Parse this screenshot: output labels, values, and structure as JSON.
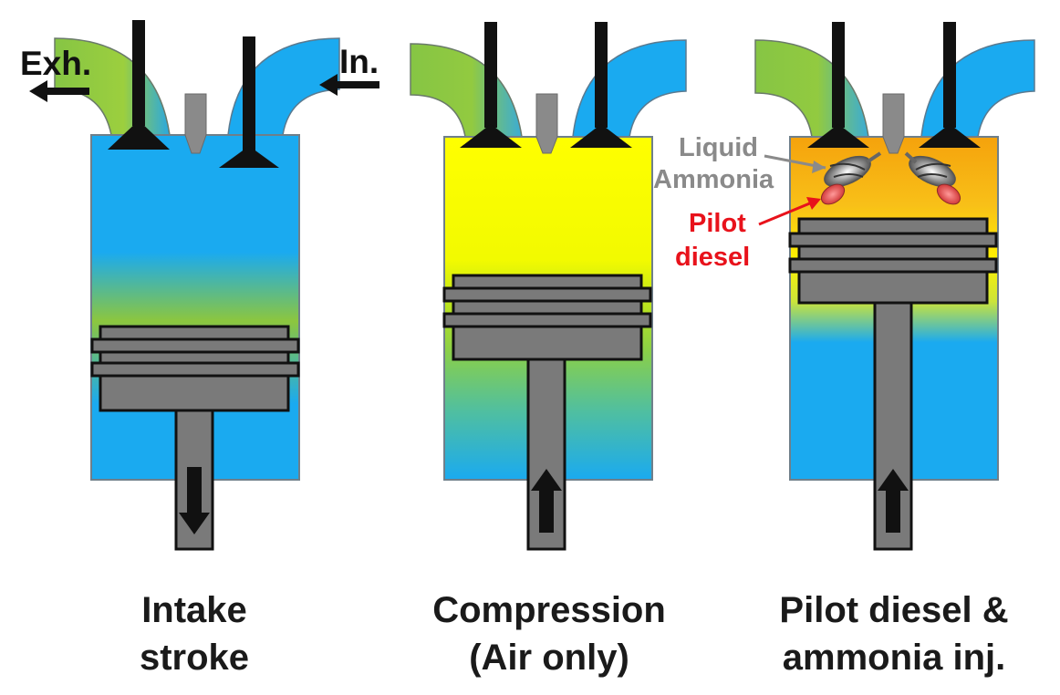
{
  "diagram": {
    "panels": [
      {
        "id": "intake",
        "caption_line1": "Intake",
        "caption_line2": "stroke",
        "rod_motion": "down",
        "charge": "air (blue)"
      },
      {
        "id": "compression",
        "caption_line1": "Compression",
        "caption_line2": "(Air only)",
        "rod_motion": "up",
        "charge": "compressed air (yellow)"
      },
      {
        "id": "injection",
        "caption_line1": "Pilot diesel &",
        "caption_line2": "ammonia inj.",
        "rod_motion": "up",
        "charge": "combustion (orange)"
      }
    ],
    "labels": {
      "exhaust": "Exh.",
      "intake": "In.",
      "liquid_ammonia_1": "Liquid",
      "liquid_ammonia_2": "Ammonia",
      "pilot_diesel_1": "Pilot",
      "pilot_diesel_2": "diesel"
    },
    "colors": {
      "air_blue": "#1aaaf0",
      "compressed_yellow": "#ffff00",
      "combustion_orange": "#f5a20c",
      "exhaust_green": "#8cc63e",
      "piston_grey": "#7a7a7a",
      "valve_black": "#111111",
      "label_grey": "#8a8a8a",
      "label_red": "#e8121b"
    }
  }
}
